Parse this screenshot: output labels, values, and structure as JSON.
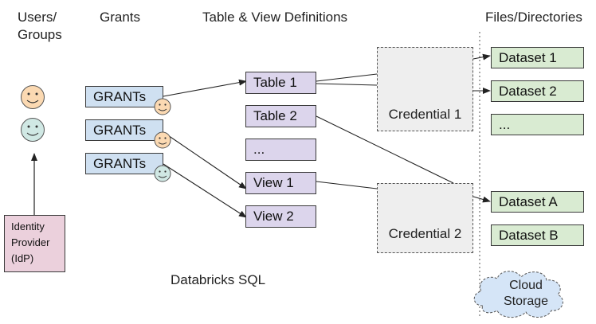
{
  "headers": {
    "users": "Users/\nGroups",
    "grants": "Grants",
    "tables": "Table & View Definitions",
    "files": "Files/Directories"
  },
  "grants": [
    "GRANTs",
    "GRANTs",
    "GRANTs"
  ],
  "tables": [
    "Table 1",
    "Table 2",
    "...",
    "View 1",
    "View 2"
  ],
  "credentials": [
    "Credential 1",
    "Credential 2"
  ],
  "datasets": [
    "Dataset 1",
    "Dataset 2",
    "...",
    "Dataset A",
    "Dataset B"
  ],
  "idp": "Identity\nProvider\n(IdP)",
  "footer": "Databricks SQL",
  "cloud": "Cloud\nStorage",
  "colors": {
    "grant": "#cfe0f1",
    "table": "#dcd5ec",
    "dataset": "#d9ebd2",
    "idp": "#ebd0dc",
    "credential": "#eeeeee",
    "cloud": "#d5e5f7",
    "face_peach": "#fbd9b2",
    "face_teal": "#d0e8e4"
  }
}
